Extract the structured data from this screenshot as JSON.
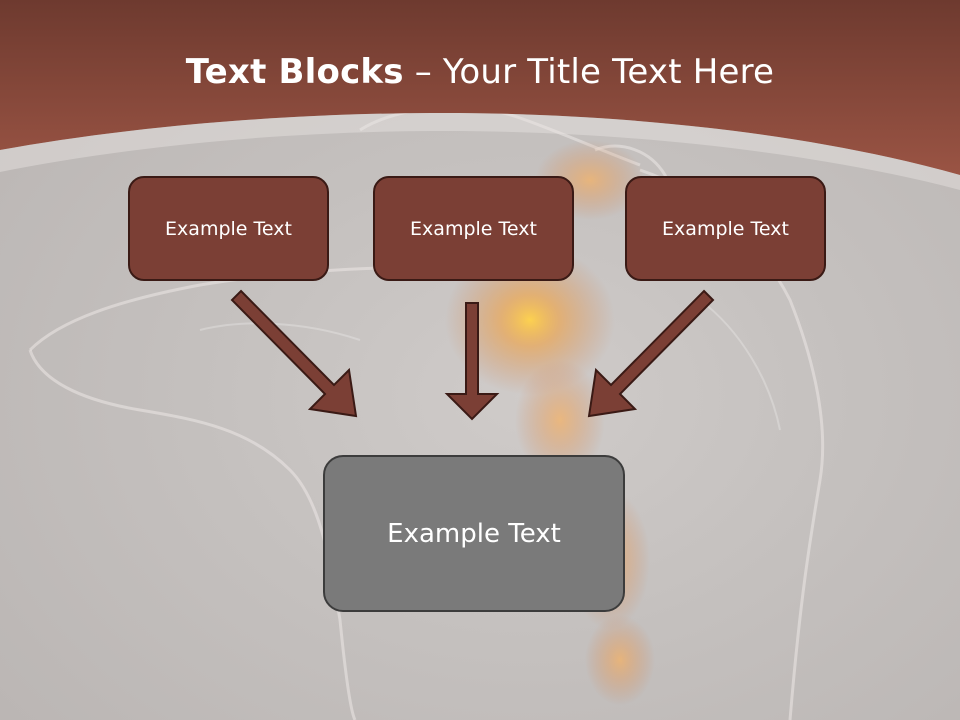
{
  "slide": {
    "title_bold": "Text Blocks",
    "title_dash": " – ",
    "title_rest": "Your Title Text Here"
  },
  "blocks": {
    "top": [
      "Example Text",
      "Example Text",
      "Example Text"
    ],
    "main": "Example Text"
  },
  "colors": {
    "header": "#8b4a3c",
    "block_fill": "#7b3f35",
    "block_border": "#3a1a15",
    "main_fill": "#7a7a7a",
    "arrow_fill": "#7b3f35",
    "background": "#c6c2c0"
  }
}
